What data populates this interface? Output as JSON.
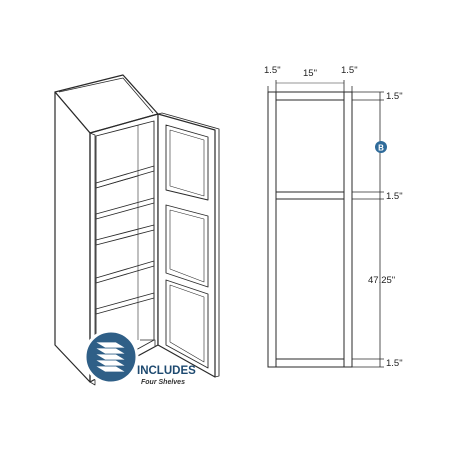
{
  "badge": {
    "title": "INCLUDES",
    "subtitle": "Four Shelves",
    "icon": "stacked-shelves-icon"
  },
  "elevation": {
    "top_labels": {
      "left_stile": "1.5\"",
      "opening": "15\"",
      "right_stile": "1.5\""
    },
    "side_labels": {
      "top_rail": "1.5\"",
      "mid_rail": "1.5\"",
      "lower_height": "47.25\"",
      "bottom_rail": "1.5\""
    },
    "marker": "B"
  },
  "colors": {
    "line": "#2a2a2a",
    "badge_blue": "#2f5f87",
    "marker_blue": "#2f6b9a"
  }
}
